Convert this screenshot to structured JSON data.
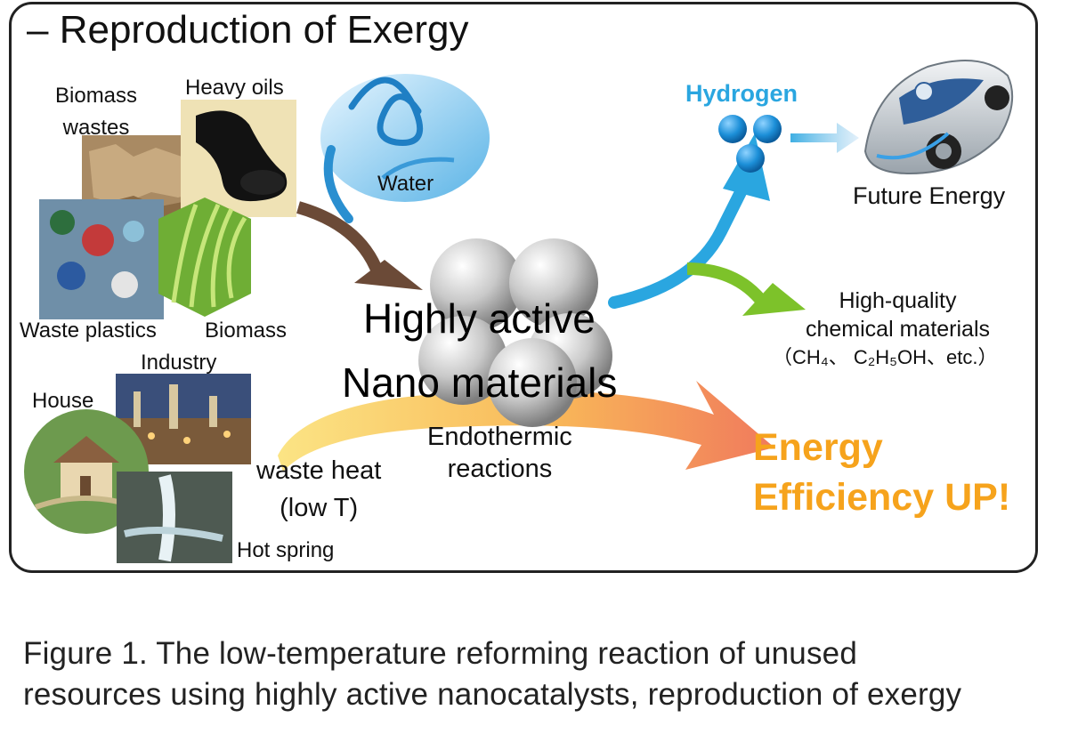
{
  "header": {
    "title": "– Reproduction of Exergy"
  },
  "sources": {
    "biomass_wastes": "Biomass\nwastes",
    "heavy_oils": "Heavy oils",
    "water": "Water",
    "waste_plastics": "Waste plastics",
    "biomass": "Biomass"
  },
  "heat_sources": {
    "industry": "Industry",
    "house": "House",
    "hot_spring": "Hot spring",
    "waste_heat": "waste heat\n(low T)"
  },
  "center": {
    "line1": "Highly active",
    "line2": "Nano materials",
    "endothermic": "Endothermic\nreactions"
  },
  "products": {
    "hydrogen": "Hydrogen",
    "future_energy": "Future Energy",
    "chemicals_title": "High-quality\nchemical materials",
    "chemicals_examples": "（CH₄、 C₂H₅OH、etc.）",
    "energy_up": "Energy\nEfficiency UP!"
  },
  "colors": {
    "hydrogen_blue": "#2aa6e0",
    "chem_green": "#7dc22a",
    "energy_orange": "#f6a31c",
    "feed_brown": "#6b4a37",
    "water_blue": "#2a8fd0"
  },
  "caption": "Figure 1. The low-temperature reforming reaction of unused\nresources using highly active nanocatalysts, reproduction of exergy"
}
